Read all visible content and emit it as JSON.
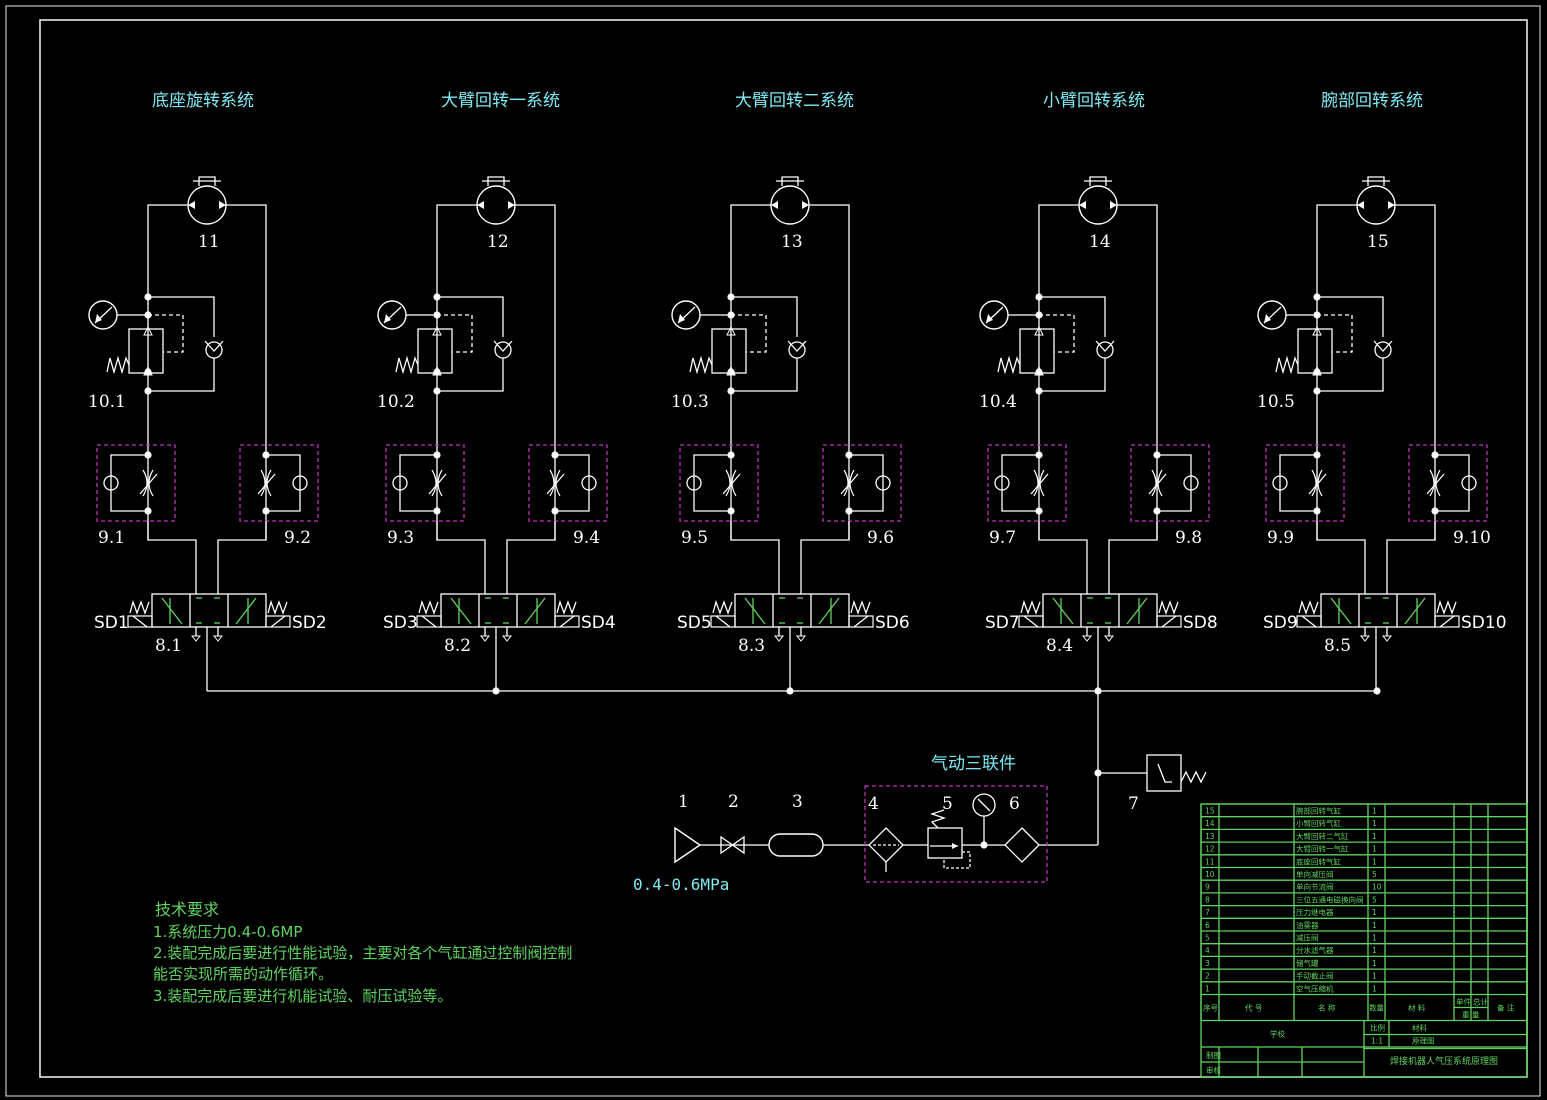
{
  "subsystems": [
    {
      "title": "底座旋转系统",
      "motor": "11",
      "valve": "10.1",
      "flow_left": "9.1",
      "flow_right": "9.2",
      "sol_left": "SD1",
      "sol_right": "SD2",
      "dir_valve": "8.1"
    },
    {
      "title": "大臂回转一系统",
      "motor": "12",
      "valve": "10.2",
      "flow_left": "9.3",
      "flow_right": "9.4",
      "sol_left": "SD3",
      "sol_right": "SD4",
      "dir_valve": "8.2"
    },
    {
      "title": "大臂回转二系统",
      "motor": "13",
      "valve": "10.3",
      "flow_left": "9.5",
      "flow_right": "9.6",
      "sol_left": "SD5",
      "sol_right": "SD6",
      "dir_valve": "8.3"
    },
    {
      "title": "小臂回转系统",
      "motor": "14",
      "valve": "10.4",
      "flow_left": "9.7",
      "flow_right": "9.8",
      "sol_left": "SD7",
      "sol_right": "SD8",
      "dir_valve": "8.4"
    },
    {
      "title": "腕部回转系统",
      "motor": "15",
      "valve": "10.5",
      "flow_left": "9.9",
      "flow_right": "9.10",
      "sol_left": "SD9",
      "sol_right": "SD10",
      "dir_valve": "8.5"
    }
  ],
  "supply": {
    "frl_title": "气动三联件",
    "labels": [
      "1",
      "2",
      "3",
      "4",
      "5",
      "6",
      "7"
    ],
    "pressure": "0.4-0.6MPa"
  },
  "notes": {
    "heading": "技术要求",
    "lines": [
      "1.系统压力0.4-0.6MP",
      "2.装配完成后要进行性能试验，主要对各个气缸通过控制阀控制",
      "能否实现所需的动作循环。",
      "3.装配完成后要进行机能试验、耐压试验等。"
    ]
  },
  "bom": {
    "rows": [
      {
        "no": "15",
        "name": "腕部回转气缸",
        "qty": "1"
      },
      {
        "no": "14",
        "name": "小臂回转气缸",
        "qty": "1"
      },
      {
        "no": "13",
        "name": "大臂回转二气缸",
        "qty": "1"
      },
      {
        "no": "12",
        "name": "大臂回转一气缸",
        "qty": "1"
      },
      {
        "no": "11",
        "name": "底座回转气缸",
        "qty": "1"
      },
      {
        "no": "10",
        "name": "单向减压阀",
        "qty": "5"
      },
      {
        "no": "9",
        "name": "单向节流阀",
        "qty": "10"
      },
      {
        "no": "8",
        "name": "三位五通电磁换向阀",
        "qty": "5"
      },
      {
        "no": "7",
        "name": "压力继电器",
        "qty": "1"
      },
      {
        "no": "6",
        "name": "油雾器",
        "qty": "1"
      },
      {
        "no": "5",
        "name": "减压阀",
        "qty": "1"
      },
      {
        "no": "4",
        "name": "分水滤气器",
        "qty": "1"
      },
      {
        "no": "3",
        "name": "储气罐",
        "qty": "1"
      },
      {
        "no": "2",
        "name": "手动截止阀",
        "qty": "1"
      },
      {
        "no": "1",
        "name": "空气压缩机",
        "qty": "1"
      }
    ],
    "header": {
      "seq": "序号",
      "code": "代 号",
      "name": "名 称",
      "qty": "数量",
      "material": "材 料",
      "unit": "单件",
      "total": "总计",
      "weight": "重 量",
      "remark": "备 注"
    },
    "title_block": {
      "school": "学校",
      "scale_label": "比例",
      "scale": "1:1",
      "material_label": "材料",
      "drawing_type": "原理图",
      "title": "焊接机器人气压系统原理图",
      "drawn": "制图",
      "checked": "审核"
    }
  }
}
